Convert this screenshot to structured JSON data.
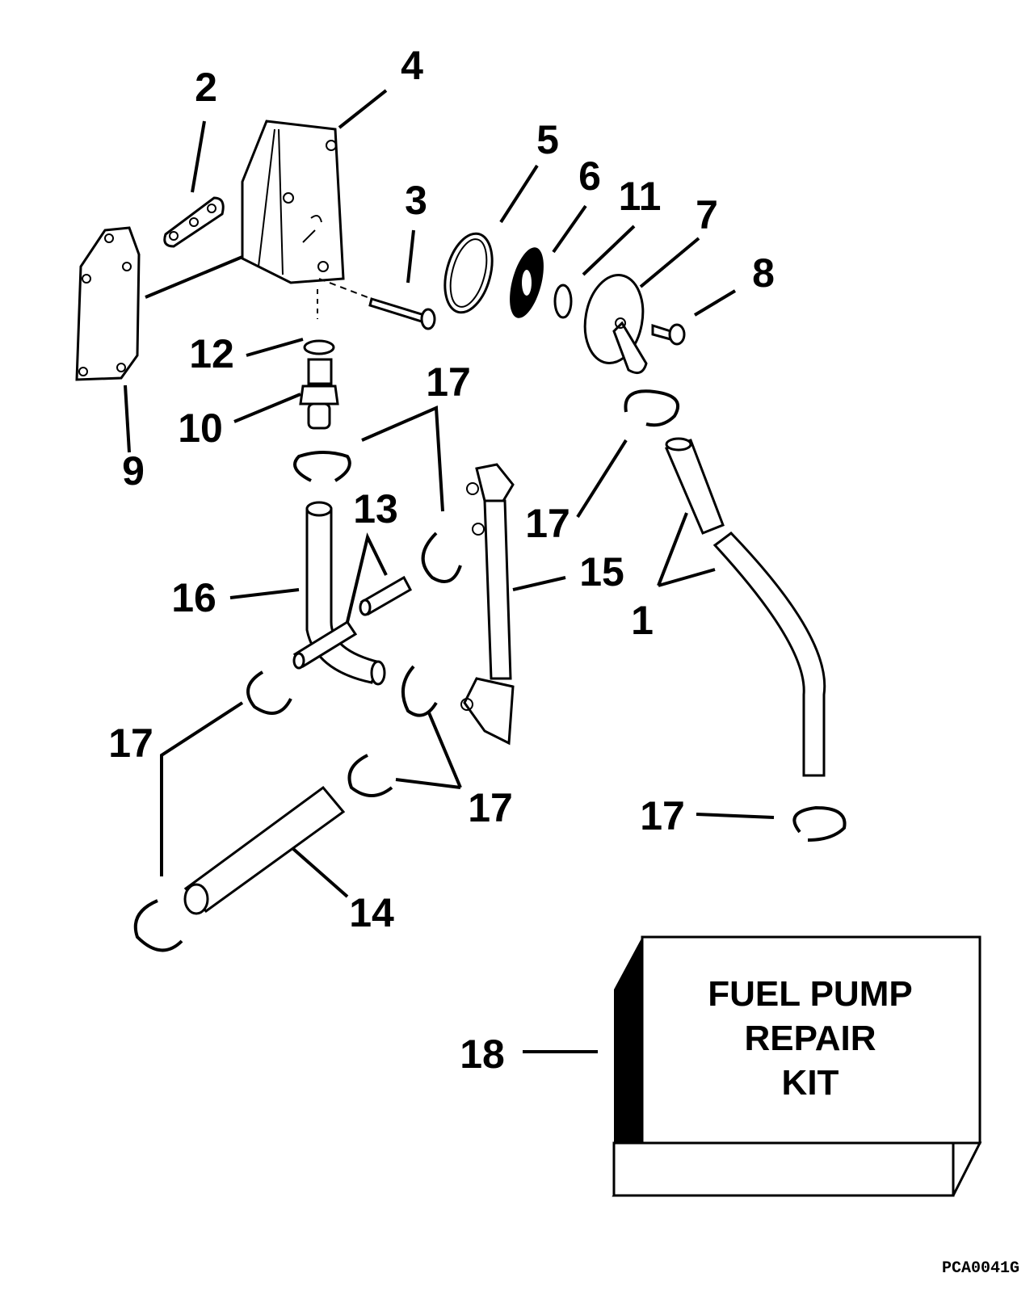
{
  "diagram": {
    "title": "Fuel pump exploded parts diagram",
    "callouts": [
      "2",
      "4",
      "5",
      "6",
      "11",
      "7",
      "3",
      "8",
      "12",
      "17",
      "10",
      "9",
      "13",
      "17",
      "15",
      "16",
      "1",
      "17",
      "17",
      "17",
      "14",
      "18"
    ],
    "kit_label": [
      "FUEL PUMP",
      "REPAIR",
      "KIT"
    ],
    "drawing_code": "PCA0041G"
  }
}
